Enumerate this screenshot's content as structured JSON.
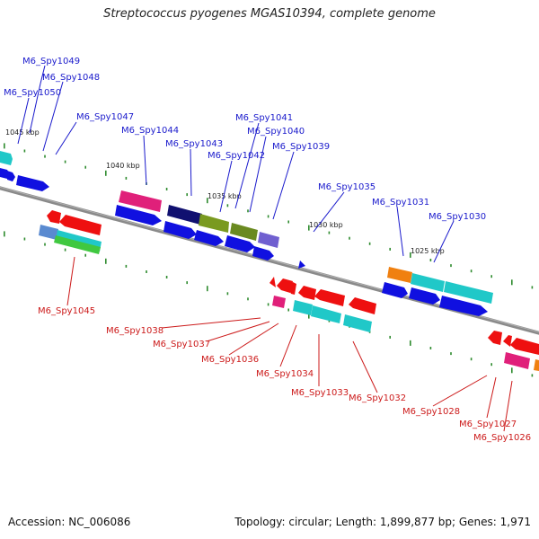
{
  "title": "Streptococcus pyogenes MGAS10394, complete genome",
  "accession": "Accession: NC_006086",
  "summary": "Topology: circular; Length: 1,899,877 bp; Genes: 1,971",
  "colors": {
    "backbone": "#8a8a8a",
    "top_label": "#1a1acc",
    "bottom_label": "#cc1a1a",
    "tick": "#2e8b2e"
  },
  "scale_labels": [
    "1045 kbp",
    "1040 kbp",
    "1035 kbp",
    "1030 kbp",
    "1025 kbp"
  ],
  "top_labels": [
    "M6_Spy1049",
    "M6_Spy1048",
    "M6_Spy1050",
    "M6_Spy1047",
    "M6_Spy1044",
    "M6_Spy1043",
    "M6_Spy1041",
    "M6_Spy1040",
    "M6_Spy1042",
    "M6_Spy1039",
    "M6_Spy1035",
    "M6_Spy1031",
    "M6_Spy1030"
  ],
  "bottom_labels": [
    "M6_Spy1045",
    "M6_Spy1038",
    "M6_Spy1037",
    "M6_Spy1036",
    "M6_Spy1034",
    "M6_Spy1033",
    "M6_Spy1032",
    "M6_Spy1028",
    "M6_Spy1027",
    "M6_Spy1026"
  ]
}
